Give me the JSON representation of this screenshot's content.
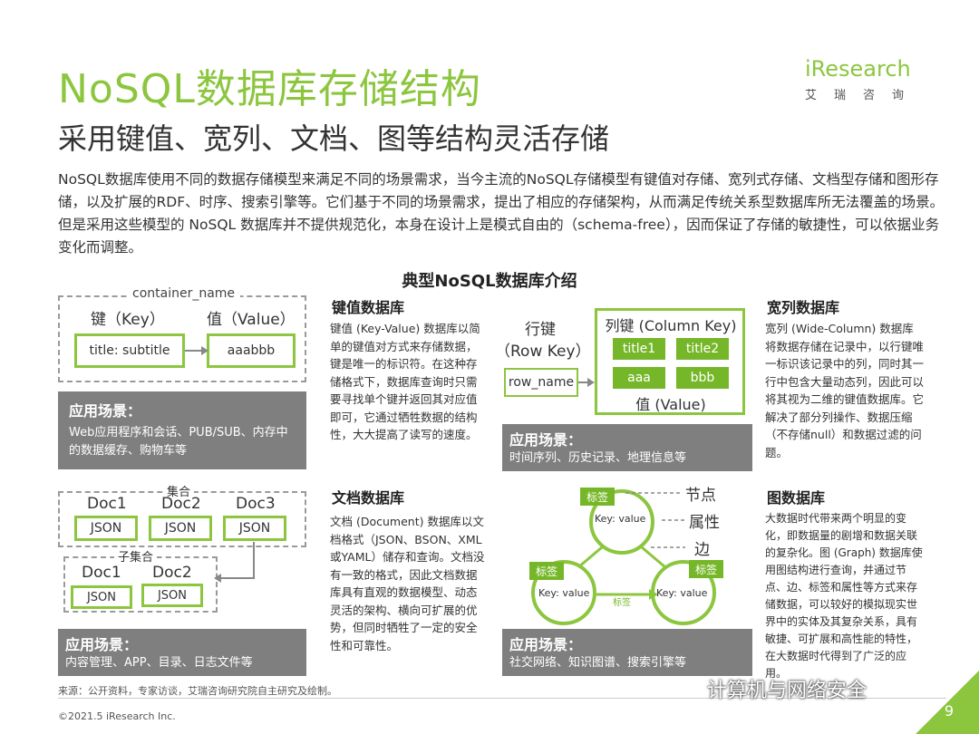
{
  "header": {
    "title": "NoSQL数据库存储结构",
    "subtitle": "采用键值、宽列、文档、图等结构灵活存储",
    "intro": "NoSQL数据库使用不同的数据存储模型来满足不同的场景需求，当今主流的NoSQL存储模型有键值对存储、宽列式存储、文档型存储和图形存储，以及扩展的RDF、时序、搜索引擎等。它们基于不同的场景需求，提出了相应的存储架构，从而满足传统关系型数据库所无法覆盖的场景。但是采用这些模型的 NoSQL 数据库并不提供规范化，本身在设计上是模式自由的（schema-free），因而保证了存储的敏捷性，可以依据业务变化而调整。",
    "logo_text": "iResearch",
    "logo_cn": "艾瑞咨询"
  },
  "section_title": "典型NoSQL数据库介绍",
  "kv": {
    "container_name": "container_name",
    "key_label": "键（Key）",
    "value_label": "值（Value）",
    "key_box": "title: subtitle",
    "value_box": "aaabbb",
    "heading": "键值数据库",
    "desc": "键值 (Key-Value) 数据库以简单的键值对方式来存储数据，键是唯一的标识符。在这种存储格式下，数据库查询时只需要寻找单个键并返回其对应值即可，它通过牺牲数据的结构性，大大提高了读写的速度。",
    "scene_title": "应用场景：",
    "scene_text": "Web应用程序和会话、PUB/SUB、内存中的数据缓存、购物车等"
  },
  "wc": {
    "row_key_label_1": "行键",
    "row_key_label_2": "（Row Key）",
    "row_name": "row_name",
    "col_key_label": "列键 (Column Key)",
    "cells": [
      "title1",
      "title2",
      "aaa",
      "bbb"
    ],
    "value_label": "值 (Value)",
    "heading": "宽列数据库",
    "desc": "宽列 (Wide-Column) 数据库将数据存储在记录中，以行键唯一标识该记录中的列，同时其一行中包含大量动态列，因此可以将其视为二维的键值数据库。它解决了部分列操作、数据压缩（不存储null）和数据过滤的问题。",
    "scene_title": "应用场景：",
    "scene_text": "时间序列、历史记录、地理信息等"
  },
  "doc": {
    "set_label": "集合",
    "docs": [
      "Doc1",
      "Doc2",
      "Doc3"
    ],
    "json": "JSON",
    "subset_label": "子集合",
    "subdocs": [
      "Doc1",
      "Doc2"
    ],
    "heading": "文档数据库",
    "desc": "文档 (Document) 数据库以文档格式（JSON、BSON、XML或YAML）储存和查询。文档没有一致的格式，因此文档数据库具有直观的数据模型、动态灵活的架构、横向可扩展的优势，但同时牺牲了一定的安全性和可靠性。",
    "scene_title": "应用场景：",
    "scene_text": "内容管理、APP、目录、日志文件等"
  },
  "graph": {
    "tag": "标签",
    "node_kv": "Key: value",
    "legend_node": "节点",
    "legend_attr": "属性",
    "legend_edge": "边",
    "edge_tag": "标签",
    "heading": "图数据库",
    "desc": "大数据时代带来两个明显的变化，即数据量的剧增和数据关联的复杂化。图 (Graph) 数据库使用图结构进行查询，并通过节点、边、标签和属性等方式来存储数据，可以较好的模拟现实世界中的实体及其复杂关系，具有敏捷、可扩展和高性能的特性，在大数据时代得到了广泛的应用。",
    "scene_title": "应用场景：",
    "scene_text": "社交网络、知识图谱、搜索引擎等"
  },
  "footer": {
    "source": "来源：公开资料，专家访谈，艾瑞咨询研究院自主研究及绘制。",
    "copyright": "©2021.5 iResearch Inc.",
    "wechat": "计算机与网络安全",
    "page_no": "9"
  },
  "colors": {
    "accent": "#8cc63f",
    "accent_dark": "#76b729",
    "grey": "#7f7f7f"
  }
}
